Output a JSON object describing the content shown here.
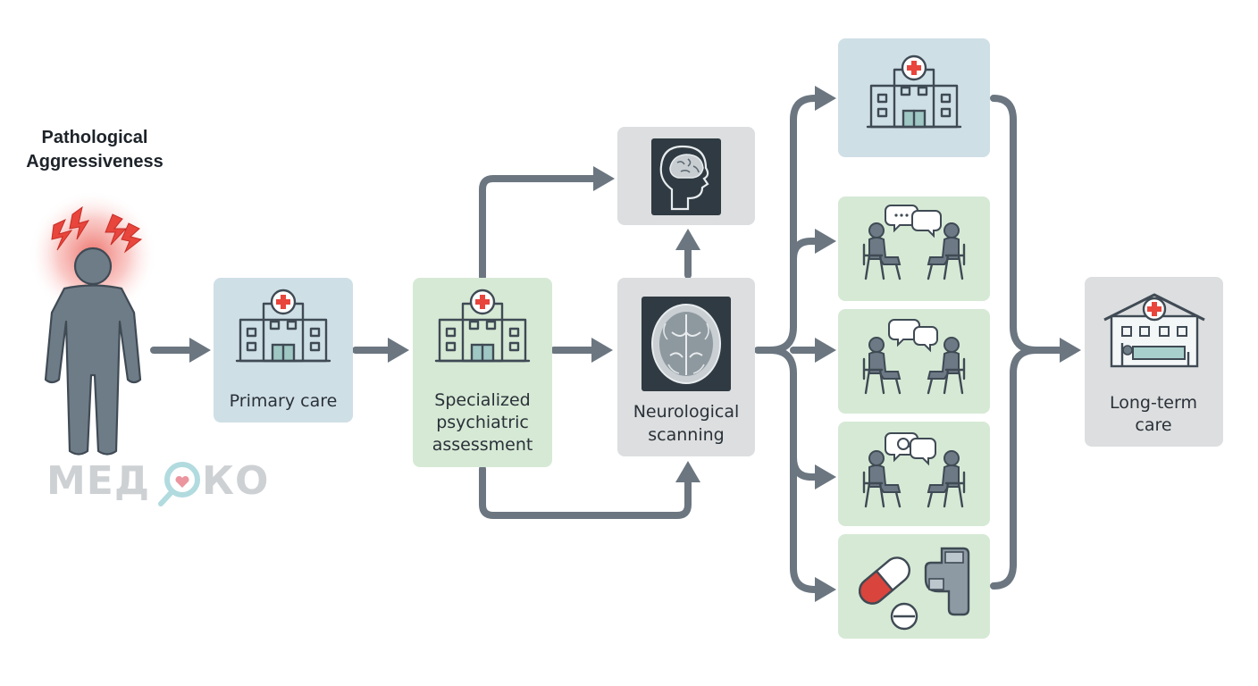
{
  "title": {
    "line1": "Pathological",
    "line2": "Aggressiveness"
  },
  "nodes": {
    "primary_care": {
      "label": "Primary care"
    },
    "specialized_assessment": {
      "line1": "Specialized",
      "line2": "psychiatric",
      "line3": "assessment"
    },
    "neurological_scanning": {
      "line1": "Neurological",
      "line2": "scanning"
    },
    "long_term_care": {
      "line1": "Long-term",
      "line2": "care"
    }
  },
  "watermark": {
    "left": "МЕД",
    "right": "КО"
  },
  "colors": {
    "blue_box": "#cfdfe6",
    "green_box": "#d6e9d5",
    "gray_box": "#dcdedf",
    "arrow": "#6b7680",
    "alert": "#e8453c",
    "figure": "#6e7c87",
    "watermark_accent": "#a9d8dc",
    "heart": "#e98a95"
  },
  "icons": [
    "alarm-figure-icon",
    "hospital-icon",
    "brain-head-icon",
    "brain-scan-icon",
    "therapy-session-icon",
    "pill-icon",
    "inhaler-icon",
    "care-home-icon"
  ]
}
